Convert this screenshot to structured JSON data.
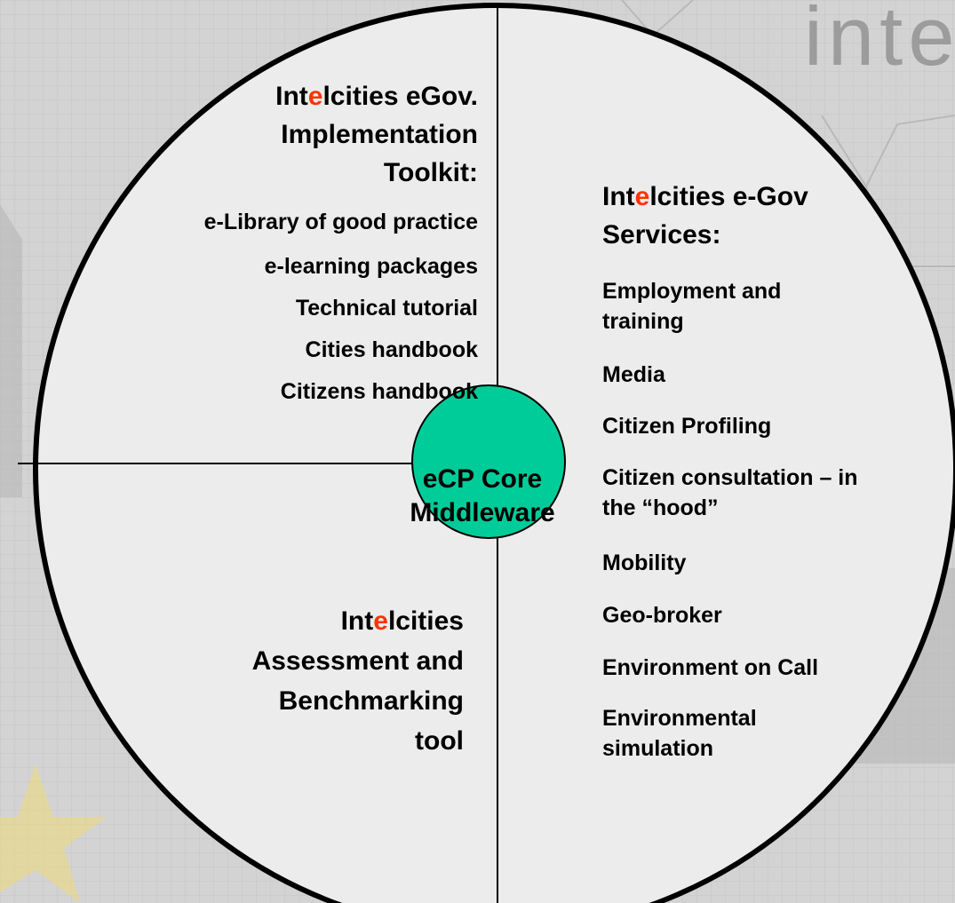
{
  "background": {
    "wordmark": "inte",
    "colors": {
      "page": "#d3d3d3",
      "grid": "#c4c4c4",
      "star": "#e8d98a",
      "building": "#b8b8b8"
    }
  },
  "diagram": {
    "colors": {
      "disc": "#ececec",
      "outline": "#000000",
      "core": "#00cc99",
      "highlight": "#ff3300"
    },
    "toolkit": {
      "title_prefix": "Int",
      "title_highlight": "e",
      "title_rest": "lcities eGov.",
      "title_line2": "Implementation",
      "title_line3": "Toolkit:",
      "items": [
        "e-Library of good practice",
        "e-learning packages",
        "Technical tutorial",
        "Cities handbook",
        "Citizens handbook"
      ]
    },
    "services": {
      "title_prefix": "Int",
      "title_highlight": "e",
      "title_rest": "lcities e-Gov",
      "title_line2": "Services:",
      "items": [
        [
          "Employment and",
          "training"
        ],
        [
          "Media"
        ],
        [
          "Citizen Profiling"
        ],
        [
          "Citizen consultation – in",
          "the “hood”"
        ],
        [
          "Mobility"
        ],
        [
          "Geo-broker"
        ],
        [
          "Environment on Call"
        ],
        [
          "Environmental",
          "simulation"
        ]
      ]
    },
    "assessment": {
      "title_prefix": "Int",
      "title_highlight": "e",
      "title_rest": "lcities",
      "line2": "Assessment and",
      "line3": "Benchmarking",
      "line4": "tool"
    },
    "core": {
      "line1": "eCP Core",
      "line2": "Middleware"
    }
  }
}
